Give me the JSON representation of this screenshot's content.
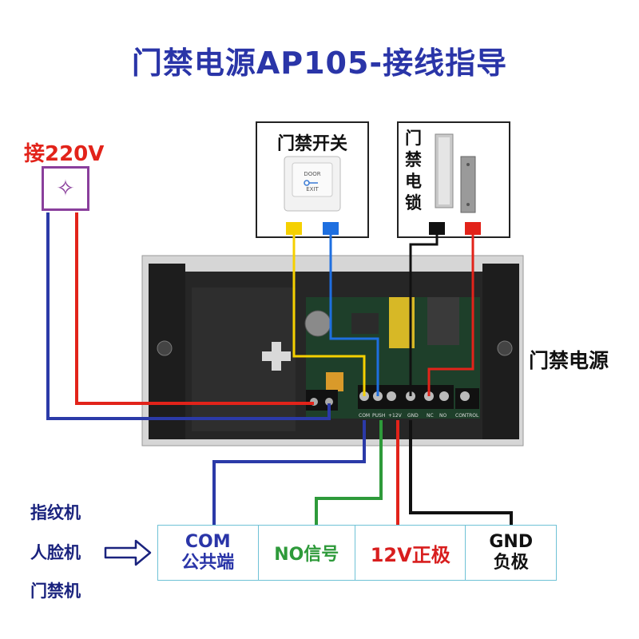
{
  "title": "门禁电源AP105-接线指导",
  "power_input": {
    "label": "接220V",
    "icon": "plug-icon"
  },
  "exit_switch": {
    "title": "门禁开关",
    "button_top_text": "DOOR",
    "button_bottom_text": "EXIT"
  },
  "door_lock": {
    "title": "门禁电锁"
  },
  "power_supply": {
    "label": "门禁电源"
  },
  "devices": [
    "指纹机",
    "人脸机",
    "门禁机"
  ],
  "terminals": {
    "com": {
      "line1": "COM",
      "line2": "公共端"
    },
    "no": {
      "label": "NO信号"
    },
    "v12": {
      "label": "12V正极"
    },
    "gnd": {
      "line1": "GND",
      "line2": "负极"
    }
  },
  "board_labels": [
    "COM",
    "PUSH",
    "+12V",
    "GND",
    "NC",
    "NO",
    "CONTROL"
  ],
  "colors": {
    "title": "#2a35a8",
    "red_wire": "#e2231a",
    "blue_wire": "#2b3aa8",
    "yellow_wire": "#f5d000",
    "green_wire": "#2e9a3a",
    "black_wire": "#111111",
    "plug_border": "#8a3f9c",
    "table_border": "#6fc2d6"
  }
}
